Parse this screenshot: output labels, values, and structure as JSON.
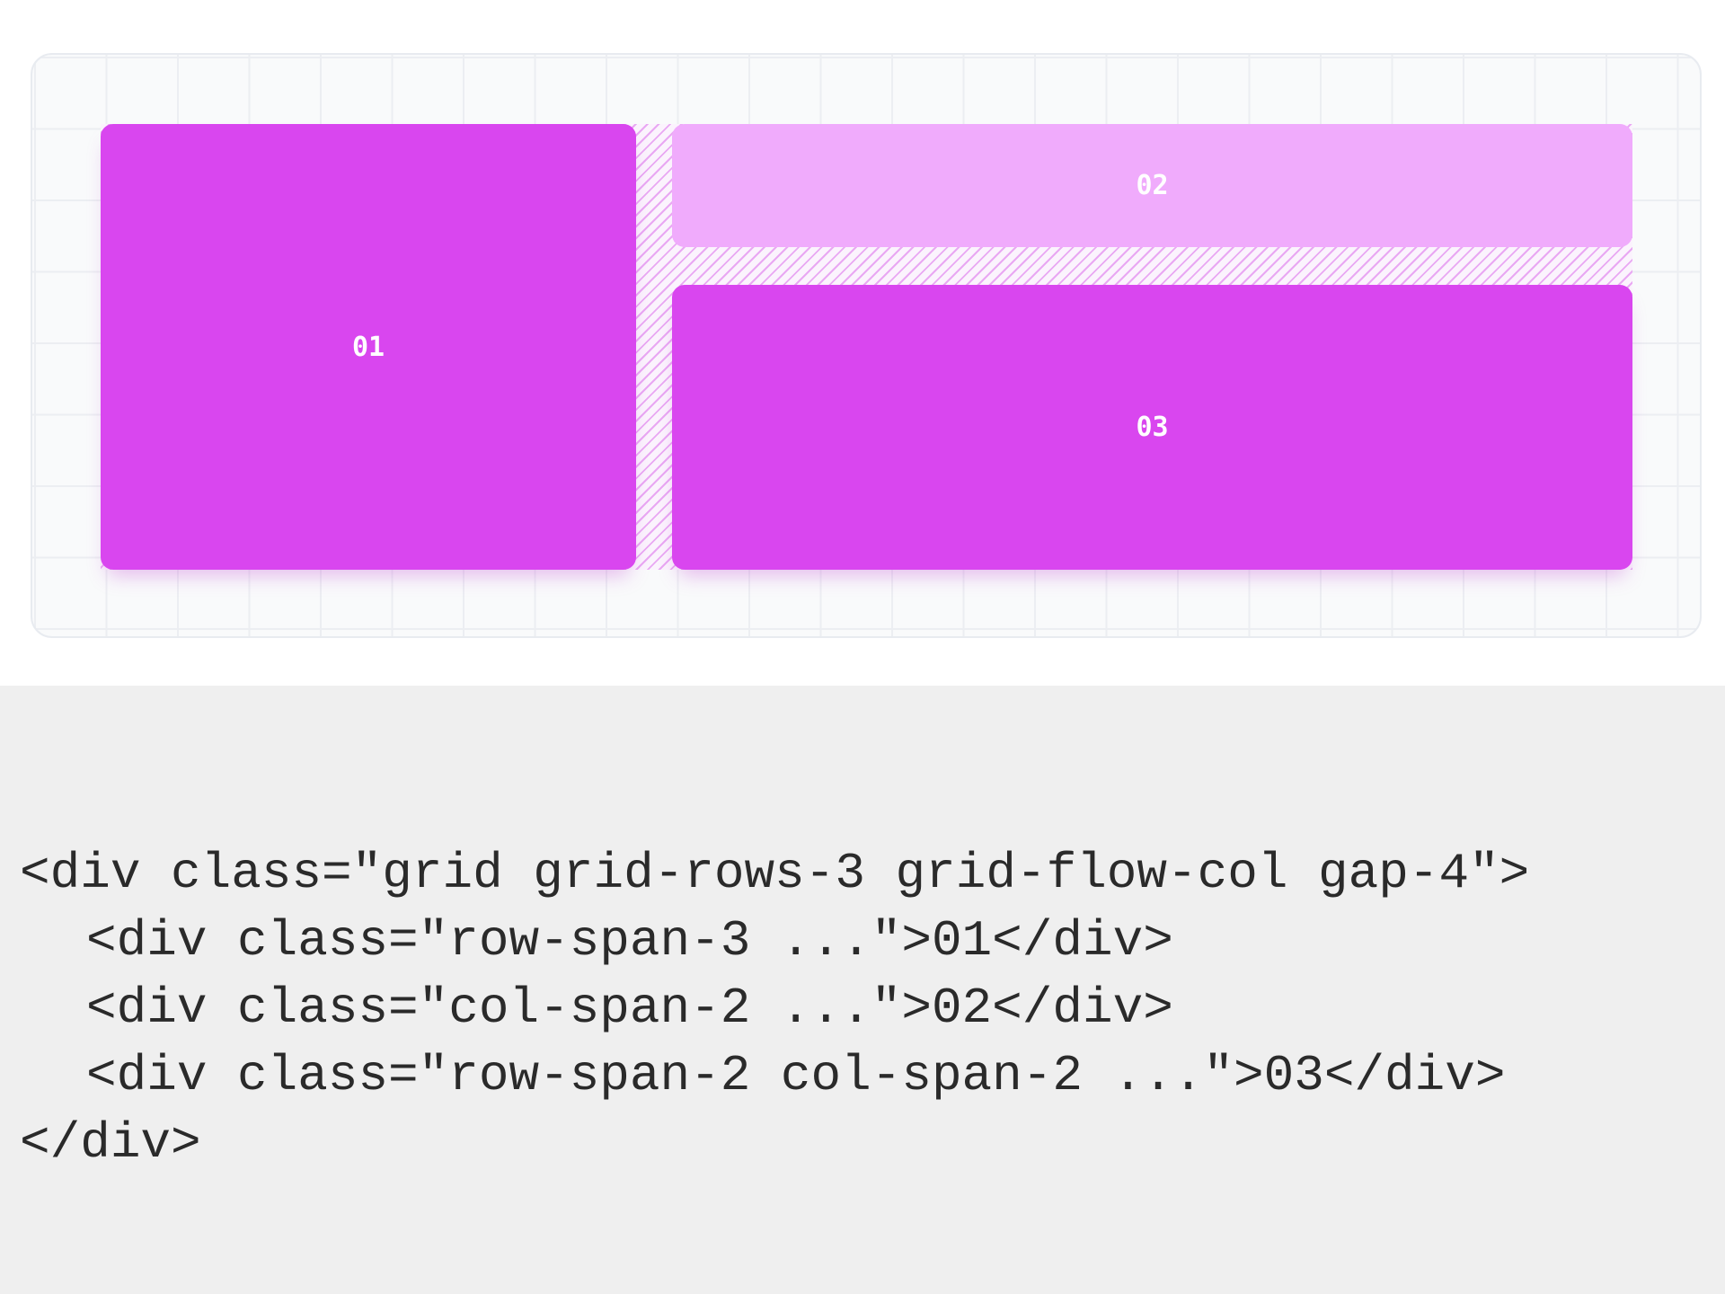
{
  "preview": {
    "cells": [
      {
        "label": "01"
      },
      {
        "label": "02"
      },
      {
        "label": "03"
      }
    ]
  },
  "code": {
    "lines": [
      "<div class=\"grid grid-rows-3 grid-flow-col gap-4\">",
      "<div class=\"row-span-3 ...\">01</div>",
      "<div class=\"col-span-2 ...\">02</div>",
      "<div class=\"row-span-2 col-span-2 ...\">03</div>",
      "</div>"
    ]
  },
  "colors": {
    "primary_fuchsia": "#d946ef",
    "light_fuchsia": "#f0abfc",
    "hatch_stripe": "#e9a8f3",
    "code_text": "#2a2a2a",
    "code_background": "#efefef"
  }
}
